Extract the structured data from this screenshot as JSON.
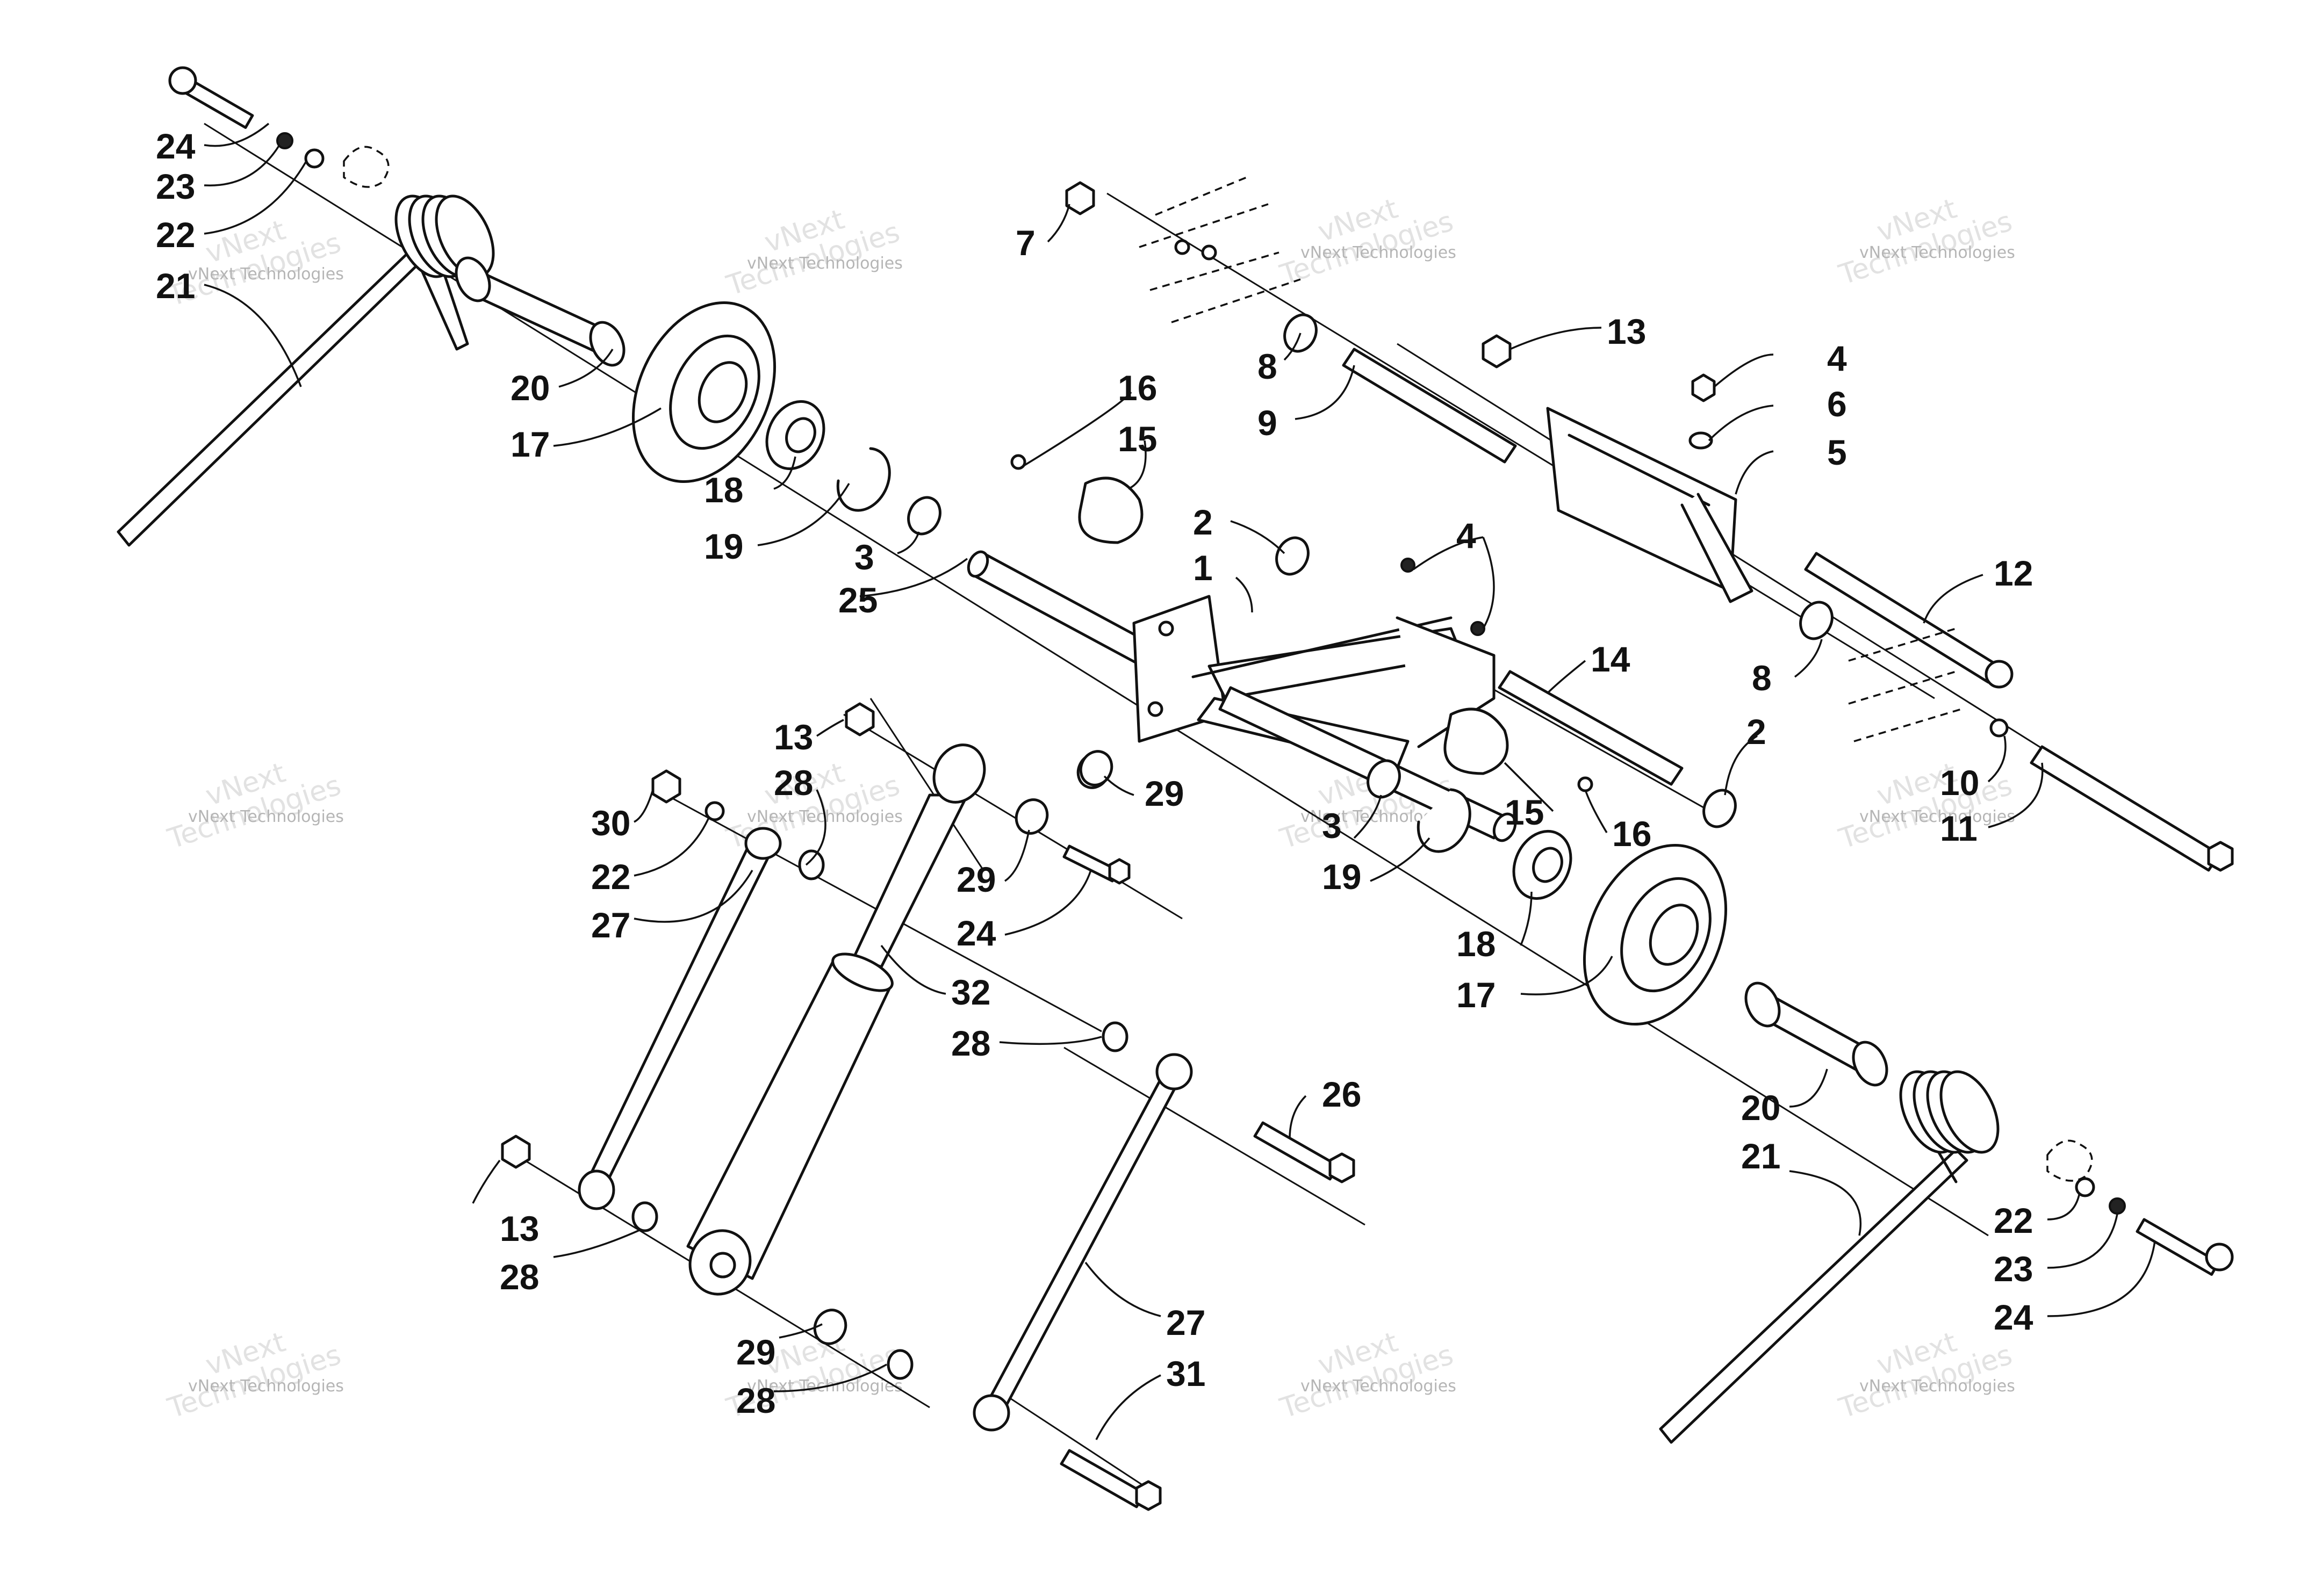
{
  "watermark": {
    "small": "vNext Technologies",
    "large_top": "vNext",
    "large_bottom": "Technologies"
  },
  "callouts": {
    "p24_a": "24",
    "p23_a": "23",
    "p22_a": "22",
    "p21_a": "21",
    "p20_a": "20",
    "p17_a": "17",
    "p18_a": "18",
    "p19_a": "19",
    "p3_a": "3",
    "p25": "25",
    "p16_a": "16",
    "p15_a": "15",
    "p7": "7",
    "p8_a": "8",
    "p9": "9",
    "p13_a": "13",
    "p4_a": "4",
    "p6": "6",
    "p5": "5",
    "p2_a": "2",
    "p1": "1",
    "p4_b": "4",
    "p12": "12",
    "p14": "14",
    "p8_b": "8",
    "p2_b": "2",
    "p10": "10",
    "p11": "11",
    "p13_b": "13",
    "p28_a": "28",
    "p29_a": "29",
    "p30": "30",
    "p22_b": "22",
    "p27_a": "27",
    "p29_b": "29",
    "p24_b": "24",
    "p32": "32",
    "p3_b": "3",
    "p19_b": "19",
    "p15_b": "15",
    "p16_b": "16",
    "p18_b": "18",
    "p17_b": "17",
    "p28_b": "28",
    "p26": "26",
    "p20_b": "20",
    "p21_b": "21",
    "p22_c": "22",
    "p23_b": "23",
    "p24_c": "24",
    "p13_c": "13",
    "p28_c": "28",
    "p27_b": "27",
    "p31": "31",
    "p29_c": "29",
    "p28_d": "28"
  }
}
